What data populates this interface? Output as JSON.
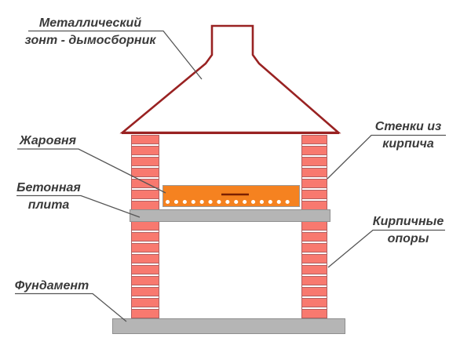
{
  "labels": {
    "hood": {
      "line1": "Металлический",
      "line2": "зонт - дымосборник"
    },
    "brazier": {
      "text": "Жаровня"
    },
    "slab": {
      "line1": "Бетонная",
      "line2": "плита"
    },
    "foundation": {
      "text": "Фундамент"
    },
    "walls": {
      "line1": "Стенки из",
      "line2": "кирпича"
    },
    "supports": {
      "line1": "Кирпичные",
      "line2": "опоры"
    }
  },
  "colors": {
    "brick_fill": "#f8796f",
    "brick_border": "#b05f5f",
    "hood_outline": "#992222",
    "brazier_fill": "#f58220",
    "brazier_border": "#9a9a9a",
    "skewer_line": "#7a2000",
    "brazier_dots": "#ffffff",
    "concrete_fill": "#b5b5b5",
    "concrete_border": "#8f8f8f",
    "label_text": "#3a3a3a",
    "leader_line": "#555555"
  }
}
